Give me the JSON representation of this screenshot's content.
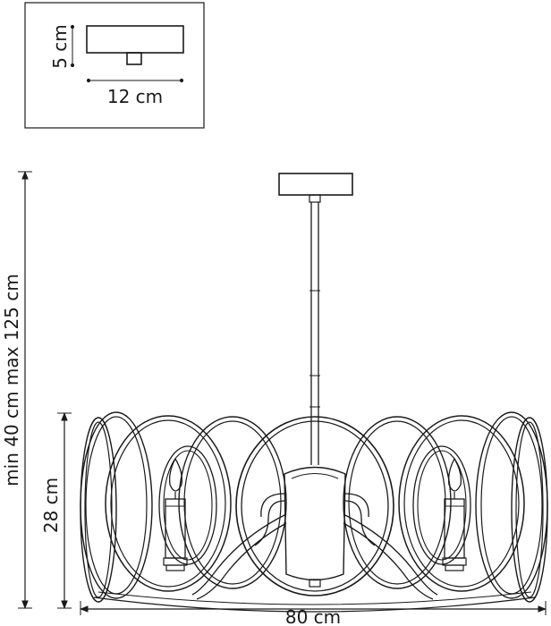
{
  "canopy_inset": {
    "height_label": "5 cm",
    "width_label": "12 cm"
  },
  "lamp": {
    "overall_height_label": "min 40 cm max 125 cm",
    "shade_height_label": "28 cm",
    "width_label": "80 cm"
  },
  "colors": {
    "line": "#1a1a1a",
    "background": "#ffffff"
  }
}
